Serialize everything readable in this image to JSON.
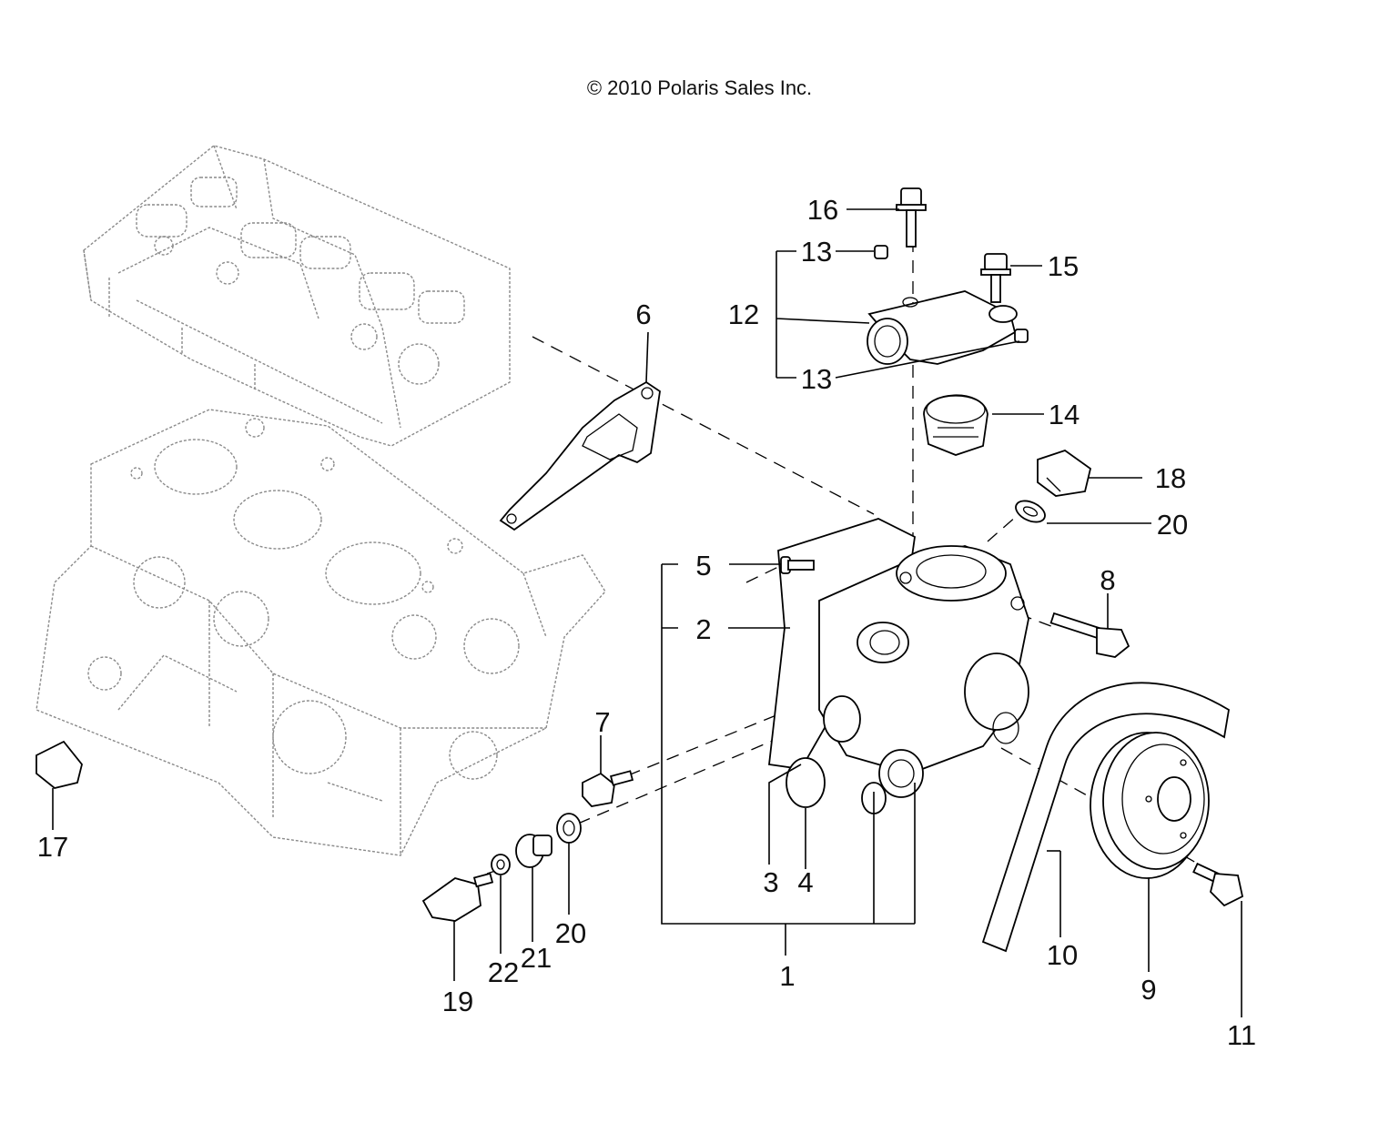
{
  "copyright": "© 2010 Polaris Sales Inc.",
  "callouts": {
    "c1": "1",
    "c2": "2",
    "c3": "3",
    "c4": "4",
    "c5": "5",
    "c6": "6",
    "c7": "7",
    "c8": "8",
    "c9": "9",
    "c10": "10",
    "c11": "11",
    "c12": "12",
    "c13a": "13",
    "c13b": "13",
    "c14": "14",
    "c15": "15",
    "c16": "16",
    "c17": "17",
    "c18": "18",
    "c19": "19",
    "c20a": "20",
    "c20b": "20",
    "c21": "21",
    "c22": "22"
  }
}
